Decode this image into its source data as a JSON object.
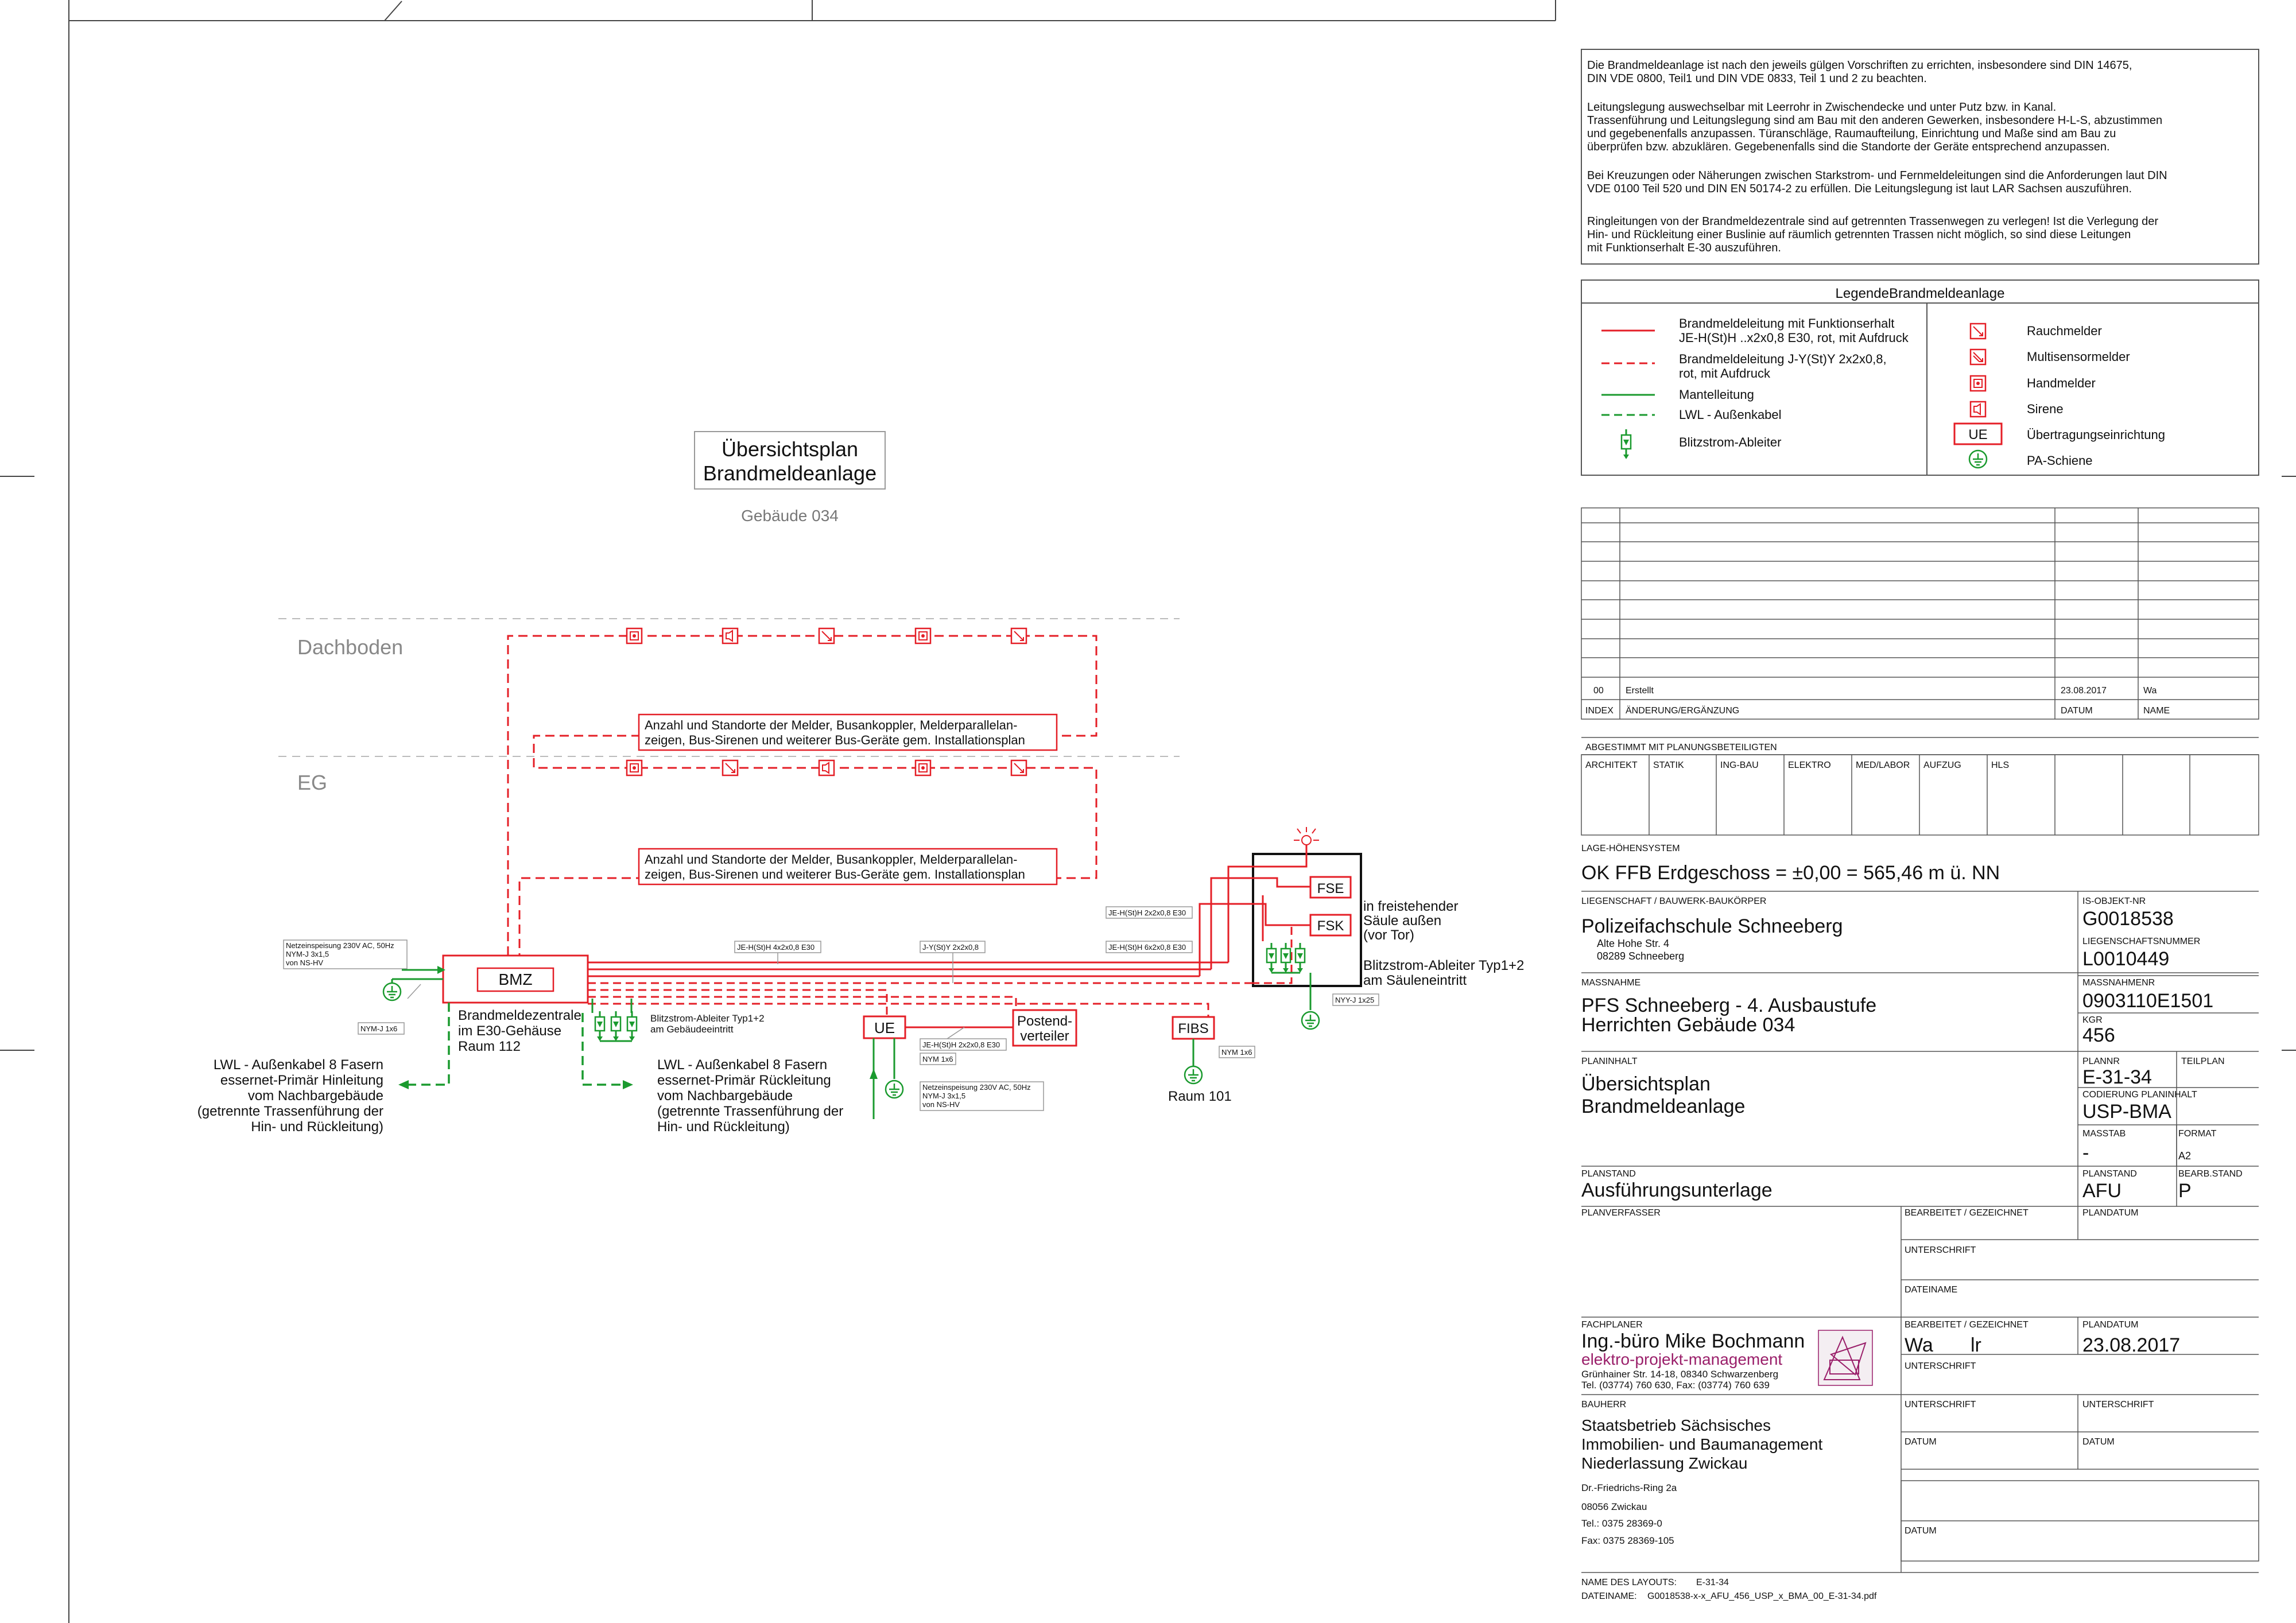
{
  "diagram": {
    "title_line1": "Übersichtsplan",
    "title_line2": "Brandmeldeanlage",
    "subtitle": "Gebäude 034",
    "level_dachboden": "Dachboden",
    "level_eg": "EG",
    "note_line1": "Anzahl und Standorte der Melder, Busankoppler, Melderparallelan-",
    "note_line2": "zeigen, Bus-Sirenen und weiterer Bus-Geräte gem. Installationsplan",
    "bmz": "BMZ",
    "bmz_desc": [
      "Brandmeldezentrale",
      "im E30-Gehäuse",
      "Raum 112"
    ],
    "netz_left": [
      "Netzeinspeisung 230V AC, 50Hz",
      "NYM-J 3x1,5",
      "von NS-HV"
    ],
    "nym_j_3x6": "NYM-J 1x6",
    "lwl_hin": [
      "LWL - Außenkabel 8 Fasern",
      "essernet-Primär Hinleitung",
      "vom Nachbargebäude",
      "(getrennte Trassenführung der",
      "Hin- und Rückleitung)"
    ],
    "lwl_rueck": [
      "LWL - Außenkabel 8 Fasern",
      "essernet-Primär Rückleitung",
      "vom Nachbargebäude",
      "(getrennte Trassenführung der",
      "Hin- und Rückleitung)"
    ],
    "blitz_geb": [
      "Blitzstrom-Ableiter Typ1+2",
      "am Gebäudeeintritt"
    ],
    "cable_je4": "JE-H(St)H 4x2x0,8 E30",
    "cable_jy2": "J-Y(St)Y 2x2x0,8",
    "cable_je2": "JE-H(St)H 2x2x0,8 E30",
    "cable_je6": "JE-H(St)H 6x2x0,8 E30",
    "ue": "UE",
    "ue_cable": "JE-H(St)H 2x2x0,8 E30",
    "ue_nym": "NYM 1x6",
    "netz_ue": [
      "Netzeinspeisung 230V AC, 50Hz",
      "NYM-J 3x1,5",
      "von NS-HV"
    ],
    "postend": [
      "Postend-",
      "verteiler"
    ],
    "fibs": "FIBS",
    "fibs_nym": "NYM 1x6",
    "raum101": "Raum 101",
    "fse": "FSE",
    "fsk": "FSK",
    "saeule": [
      "in freistehender",
      "Säule außen",
      "(vor Tor)"
    ],
    "blitz_saeule": [
      "Blitzstrom-Ableiter Typ1+2",
      "am Säuleneintritt"
    ],
    "nyy": "NYY-J 1x25"
  },
  "notes": {
    "p1": [
      "Die Brandmeldeanlage ist nach den jeweils gülgen Vorschriften zu errichten, insbesondere sind DIN 14675,",
      "DIN VDE 0800, Teil1 und DIN VDE 0833, Teil 1 und 2 zu beachten."
    ],
    "p2": [
      "Leitungslegung auswechselbar mit Leerrohr in Zwischendecke und unter Putz bzw. in Kanal.",
      "Trassenführung und Leitungslegung sind am Bau mit den anderen Gewerken, insbesondere H-L-S, abzustimmen",
      "und gegebenenfalls anzupassen. Türanschläge, Raumaufteilung, Einrichtung und Maße sind am Bau zu",
      "überprüfen bzw. abzuklären. Gegebenenfalls sind die Standorte der Geräte entsprechend anzupassen."
    ],
    "p3": [
      "Bei Kreuzungen oder Näherungen zwischen Starkstrom- und Fernmeldeleitungen sind die Anforderungen laut DIN",
      "VDE 0100 Teil 520 und DIN EN 50174-2 zu erfüllen. Die Leitungslegung ist laut LAR Sachsen auszuführen."
    ],
    "p4": [
      "Ringleitungen von der Brandmeldezentrale sind auf getrennten Trassenwegen zu verlegen! Ist die Verlegung der",
      "Hin- und Rückleitung einer Buslinie auf räumlich getrennten Trassen nicht möglich, so sind diese Leitungen",
      "mit Funktionserhalt E-30 auszuführen."
    ]
  },
  "legend": {
    "title": "LegendeBrandmeldeanlage",
    "line1": [
      "Brandmeldeleitung mit Funktionserhalt",
      "JE-H(St)H ..x2x0,8 E30, rot, mit Aufdruck"
    ],
    "line2": [
      "Brandmeldeleitung J-Y(St)Y 2x2x0,8,",
      "rot, mit Aufdruck"
    ],
    "line3": "Mantelleitung",
    "line4": "LWL - Außenkabel",
    "line5": "Blitzstrom-Ableiter",
    "rauch": "Rauchmelder",
    "multi": "Multisensormelder",
    "hand": "Handmelder",
    "sirene": "Sirene",
    "ue_box": "UE",
    "ue": "Übertragungseinrichtung",
    "pa": "PA-Schiene"
  },
  "revisions": {
    "row": [
      "00",
      "Erstellt",
      "23.08.2017",
      "Wa"
    ],
    "header": [
      "INDEX",
      "ÄNDERUNG/ERGÄNZUNG",
      "DATUM",
      "NAME"
    ]
  },
  "titleblock": {
    "abgestimmt": "ABGESTIMMT MIT PLANUNGSBETEILIGTEN",
    "beteiligte": [
      "ARCHITEKT",
      "STATIK",
      "ING-BAU",
      "ELEKTRO",
      "MED/LABOR",
      "AUFZUG",
      "HLS"
    ],
    "lage_label": "LAGE-HÖHENSYSTEM",
    "lage": "OK FFB Erdgeschoss = ±0,00 = 565,46 m ü. NN",
    "liegenschaft_label": "LIEGENSCHAFT / BAUWERK-BAUKÖRPER",
    "liegenschaft": "Polizeifachschule Schneeberg",
    "adresse1": "Alte Hohe Str. 4",
    "adresse2": "08289 Schneeberg",
    "isobjekt_label": "IS-OBJEKT-NR",
    "isobjekt": "G0018538",
    "lgnr_label": "LIEGENSCHAFTSNUMMER",
    "lgnr": "L0010449",
    "massname_label": "MASSNAHME",
    "massname1": "PFS Schneeberg - 4. Ausbaustufe",
    "massname2": "Herrichten Gebäude 034",
    "massnr_label": "MASSNAHMENR",
    "massnr": "0903110E1501",
    "kgr_label": "KGR",
    "kgr": "456",
    "planinhalt_label": "PLANINHALT",
    "planinhalt1": "Übersichtsplan",
    "planinhalt2": "Brandmeldeanlage",
    "plannr_label": "PLANNR",
    "plannr": "E-31-34",
    "teilplan_label": "TEILPLAN",
    "codierung_label": "CODIERUNG PLANINHALT",
    "codierung": "USP-BMA",
    "masstab_label": "MASSTAB",
    "masstab": "-",
    "format_label": "FORMAT",
    "format": "A2",
    "planstand_label": "PLANSTAND",
    "planstand": "Ausführungsunterlage",
    "planstand2_label": "PLANSTAND",
    "planstand2": "AFU",
    "bearb_label": "BEARB.STAND",
    "bearb": "P",
    "planverfasser_label": "PLANVERFASSER",
    "bearbeitet_label": "BEARBEITET / GEZEICHNET",
    "plandatum_label": "PLANDATUM",
    "unterschrift_label": "UNTERSCHRIFT",
    "datename_label": "DATEINAME",
    "fachplaner_label": "FACHPLANER",
    "firma": "Ing.-büro Mike Bochmann",
    "firma2": "elektro-projekt-management",
    "firma_adr": "Grünhainer Str. 14-18, 08340 Schwarzenberg",
    "firma_tel": "Tel. (03774) 760 630, Fax: (03774) 760 639",
    "bearb_wa": "Wa",
    "bearb_lr": "lr",
    "plandatum": "23.08.2017",
    "bauherr_label": "BAUHERR",
    "bauherr1": "Staatsbetrieb Sächsisches",
    "bauherr2": "Immobilien- und Baumanagement",
    "bauherr3": "Niederlassung Zwickau",
    "bh_adr1": "Dr.-Friedrichs-Ring 2a",
    "bh_adr2": "08056 Zwickau",
    "bh_tel": "Tel.: 0375 28369-0",
    "bh_fax": "Fax: 0375 28369-105",
    "datum_label": "DATUM",
    "layout_label": "NAME DES LAYOUTS:",
    "layout": "E-31-34",
    "dateiname_label": "DATEINAME:",
    "dateiname": "G0018538-x-x_AFU_456_USP_x_BMA_00_E-31-34.pdf"
  },
  "colors": {
    "red": "#e41e26",
    "green": "#1a9a2e",
    "purple": "#9a1f6a"
  }
}
